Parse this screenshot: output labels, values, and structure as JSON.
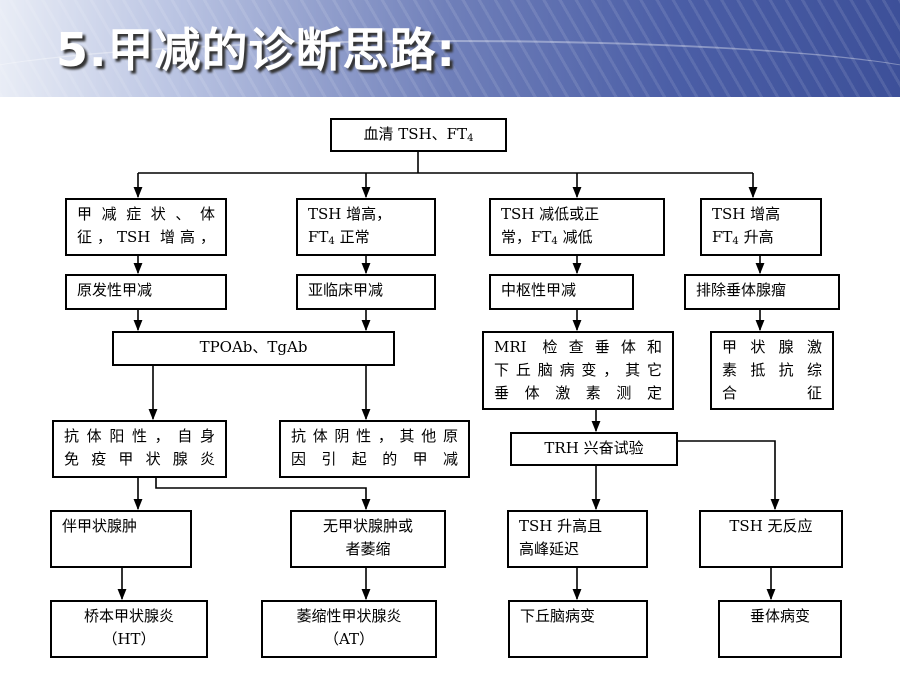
{
  "title": "5.甲减的诊断思路:",
  "nodes": {
    "serum": {
      "pre": "血清 TSH、FT",
      "sub": "4"
    },
    "symptoms": "甲减症状、体\n征，TSH 增高，",
    "tsh_high_ft4_normal": {
      "line1": "TSH  增高，",
      "pre": "FT",
      "sub": "4",
      "post": " 正常"
    },
    "tsh_low_or_normal": {
      "line1": "TSH  减低或正",
      "pre": "常，FT",
      "sub": "4",
      "post": " 减低"
    },
    "tsh_high_ft4_high": {
      "line1": "TSH  增高",
      "pre": "FT",
      "sub": "4",
      "post": " 升高"
    },
    "primary": "原发性甲减",
    "subclinical": "亚临床甲减",
    "central": "中枢性甲减",
    "exclude_pituitary_tumor": "排除垂体腺瘤",
    "antibodies": "TPOAb、TgAb",
    "mri": "MRI 检查垂体和\n下丘脑病变，其它\n垂体激素测定",
    "thyroid_hormone_resistance": "甲状腺激\n素抵抗综\n合征",
    "antibody_positive": "抗体阳性，自身\n免疫甲状腺炎",
    "antibody_negative": "抗体阴性，其他原\n因引起的甲减",
    "trh_test": "TRH 兴奋试验",
    "with_goiter": "伴甲状腺肿",
    "without_goiter": "无甲状腺肿或\n者萎缩",
    "tsh_rise_delayed": "TSH  升高且\n高峰延迟",
    "tsh_no_response": "TSH 无反应",
    "hashimoto": "桥本甲状腺炎\n（HT）",
    "atrophic": "萎缩性甲状腺炎\n（AT）",
    "hypothalamic": "下丘脑病变",
    "pituitary": "垂体病变"
  }
}
